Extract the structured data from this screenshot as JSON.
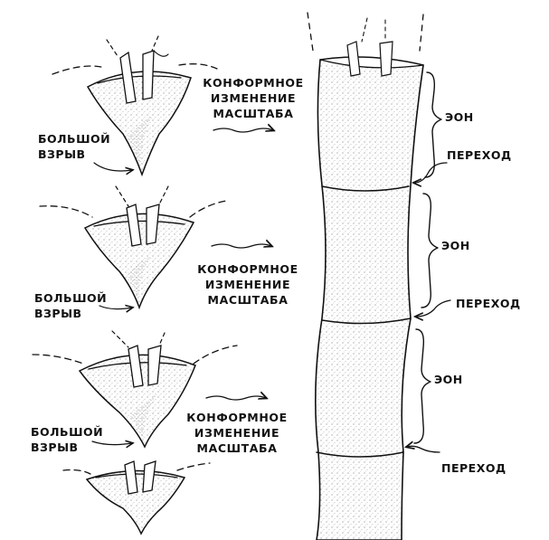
{
  "figure": {
    "left_panel": {
      "stages": [
        {
          "big_bang_label": [
            "БОЛЬШОЙ",
            "ВЗРЫВ"
          ],
          "rescaling_label": [
            "КОНФОРМНОЕ",
            "ИЗМЕНЕНИЕ",
            "МАСШТАБА"
          ]
        },
        {
          "big_bang_label": [
            "БОЛЬШОЙ",
            "ВЗРЫВ"
          ],
          "rescaling_label": [
            "КОНФОРМНОЕ",
            "ИЗМЕНЕНИЕ",
            "МАСШТАБА"
          ]
        },
        {
          "big_bang_label": [
            "БОЛЬШОЙ",
            "ВЗРЫВ"
          ],
          "rescaling_label": [
            "КОНФОРМНОЕ",
            "ИЗМЕНЕНИЕ",
            "МАСШТАБА"
          ]
        }
      ]
    },
    "right_panel": {
      "aeon_label": "ЭОН",
      "transition_label": "ПЕРЕХОД",
      "aeon_count": 3,
      "transition_count": 3
    }
  }
}
